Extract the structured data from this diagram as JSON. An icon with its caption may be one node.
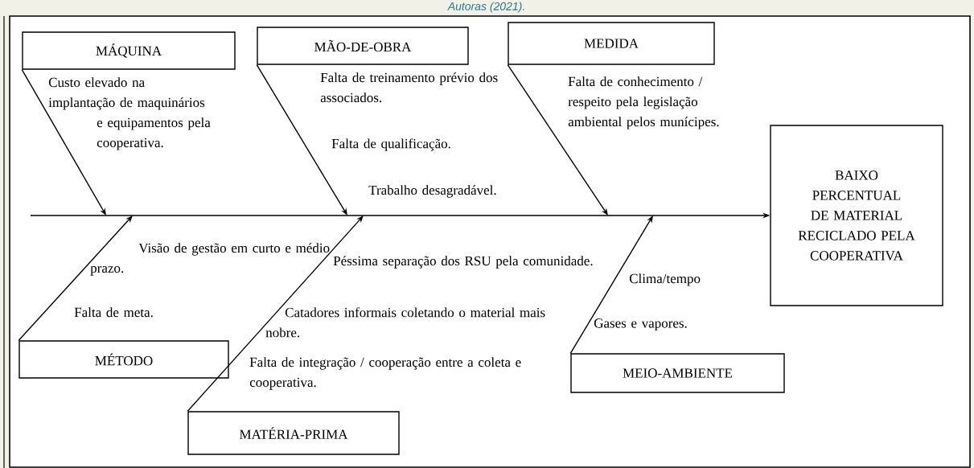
{
  "diagram": {
    "caption": "Autoras (2021).",
    "nodes": [
      {
        "text": [
          "MÁQUINA"
        ]
      },
      {
        "text": [
          "MÃO-DE-OBRA"
        ]
      },
      {
        "text": [
          "MEDIDA"
        ]
      },
      {
        "text": [
          "MÉTODO"
        ]
      },
      {
        "text": [
          "MATÉRIA-PRIMA"
        ]
      },
      {
        "text": [
          "MEIO-AMBIENTE"
        ]
      },
      {
        "text": [
          "BAIXO PERCENTUAL DE MATERIAL RECICLADO PELA COOPERATIVA"
        ]
      }
    ],
    "edges": [
      {
        "from": null,
        "to": 6,
        "arrow": "to"
      },
      {
        "from": 0,
        "to": null,
        "arrow": "to"
      },
      {
        "from": 1,
        "to": null,
        "arrow": "to"
      },
      {
        "from": 2,
        "to": null,
        "arrow": "to"
      },
      {
        "from": 3,
        "to": null,
        "arrow": "to"
      },
      {
        "from": 4,
        "to": null,
        "arrow": "to"
      },
      {
        "from": 5,
        "to": null,
        "arrow": "to"
      }
    ],
    "labels": [
      "Custo elevado na implantação de maquinários e equipamentos pela cooperativa.",
      "Falta de treinamento prévio dos associados.",
      "Falta de qualificação.",
      "Trabalho desagradável.",
      "Falta de conhecimento / respeito pela legislação ambiental pelos munícipes.",
      "Visão de gestão em curto e médio prazo.",
      "Falta de meta.",
      "Péssima separação dos RSU pela comunidade.",
      "Catadores informais coletando o material mais nobre.",
      "Falta de integração / cooperação entre a coleta e cooperativa.",
      "Clima/tempo",
      "Gases e vapores."
    ]
  }
}
